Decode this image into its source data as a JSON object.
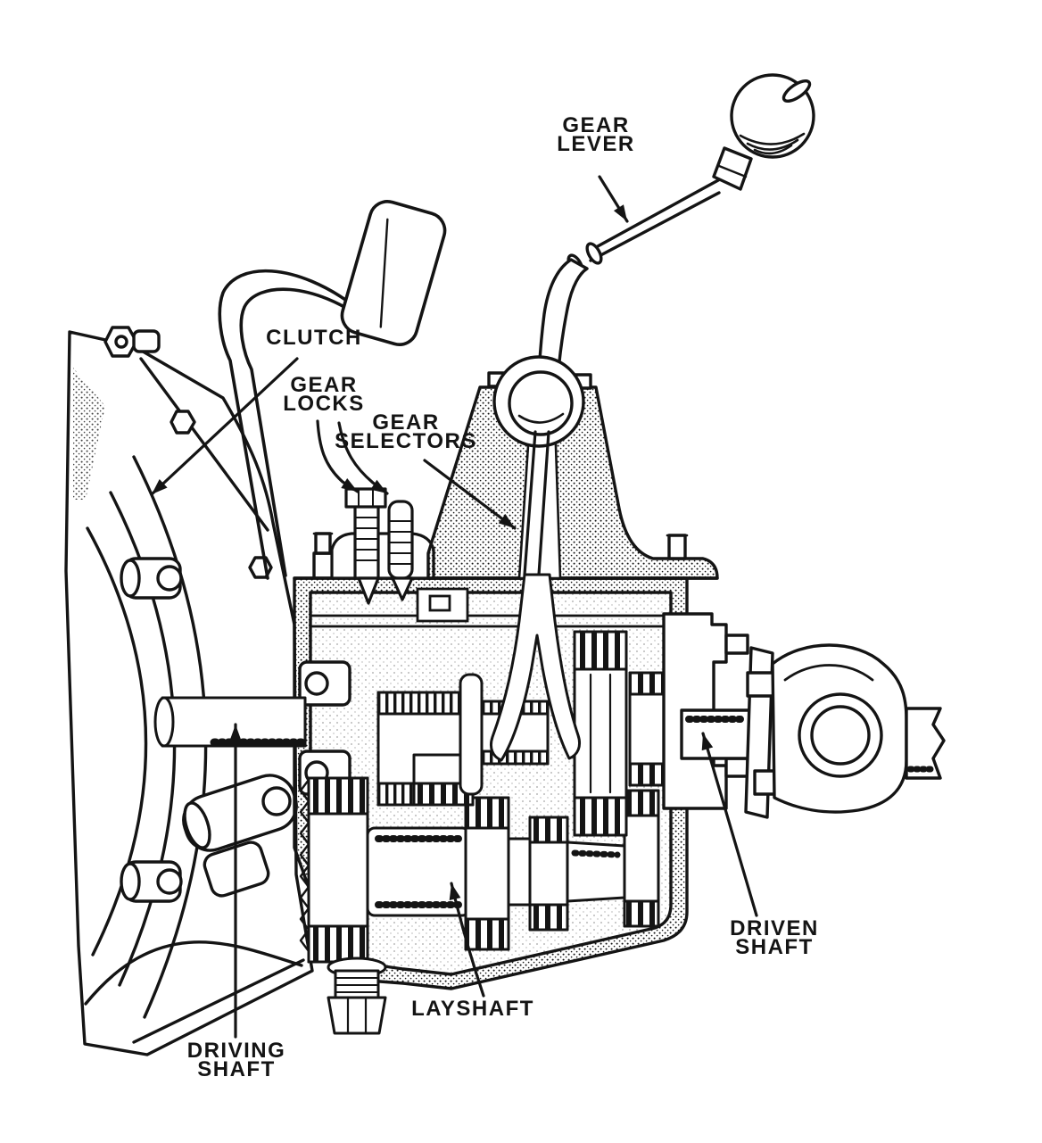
{
  "figure": {
    "background_color": "#ffffff",
    "ink_color": "#141414"
  },
  "labels": {
    "gear_lever": {
      "lines": [
        "GEAR",
        "LEVER"
      ]
    },
    "clutch": {
      "lines": [
        "CLUTCH"
      ]
    },
    "gear_locks": {
      "lines": [
        "GEAR",
        "LOCKS"
      ]
    },
    "gear_selectors": {
      "lines": [
        "GEAR",
        "SELECTORS"
      ]
    },
    "driven_shaft": {
      "lines": [
        "DRIVEN",
        "SHAFT"
      ]
    },
    "driving_shaft": {
      "lines": [
        "DRIVING",
        "SHAFT"
      ]
    },
    "layshaft": {
      "lines": [
        "LAYSHAFT"
      ]
    }
  }
}
